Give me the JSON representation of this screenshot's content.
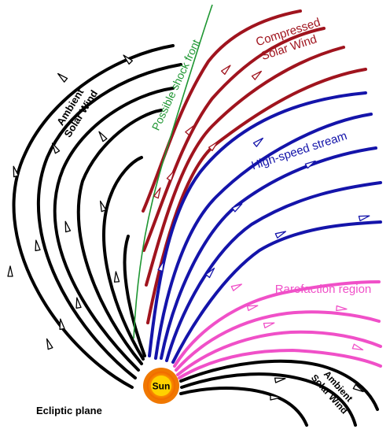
{
  "labels": {
    "ambient_top_line1": "Ambient",
    "ambient_top_line2": "Solar Wind",
    "shock_front": "Possible shock front",
    "compressed_line1": "Compressed",
    "compressed_line2": "Solar Wind",
    "high_speed": "High-speed stream",
    "rarefaction": "Rarefaction region",
    "ambient_bottom_line1": "Ambient",
    "ambient_bottom_line2": "Solar Wind",
    "sun": "Sun",
    "ecliptic": "Ecliptic plane"
  },
  "colors": {
    "ambient": "#000000",
    "compressed": "#a0141e",
    "high_speed": "#1414aa",
    "rarefaction": "#f050c8",
    "shock_front": "#1e9632",
    "sun_outer": "#f07800",
    "sun_inner": "#ffd200"
  }
}
